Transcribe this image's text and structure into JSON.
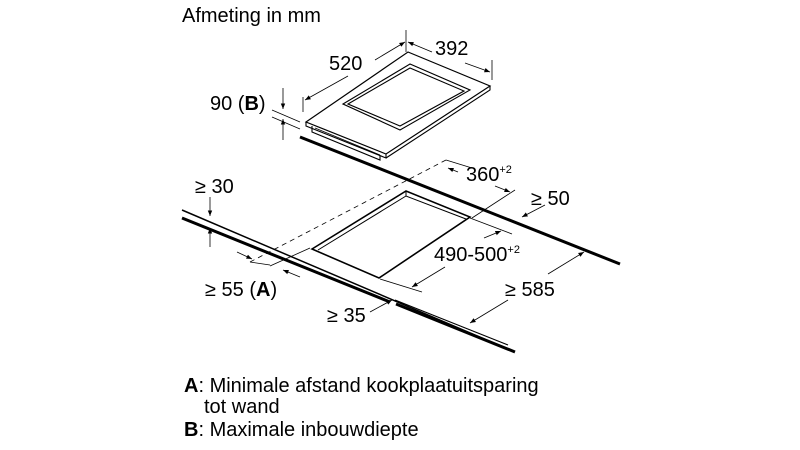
{
  "title": "Afmeting in mm",
  "appliance": {
    "width": "520",
    "depth": "392",
    "height_value": "90",
    "height_key": "B"
  },
  "cutout": {
    "depth": "360",
    "depth_tolerance": "+2",
    "width": "490-500",
    "width_tolerance": "+2",
    "rear_clearance": "≥ 50",
    "front_clearance": "≥ 585",
    "side_clearance_top": "≥ 30",
    "wall_clearance": "≥ 55",
    "wall_clearance_key": "A",
    "front_edge": "≥ 35"
  },
  "legend": [
    {
      "key": "A",
      "text": "Minimale afstand kookplaatuitsparing",
      "text2": "tot wand"
    },
    {
      "key": "B",
      "text": "Maximale inbouwdiepte"
    }
  ]
}
